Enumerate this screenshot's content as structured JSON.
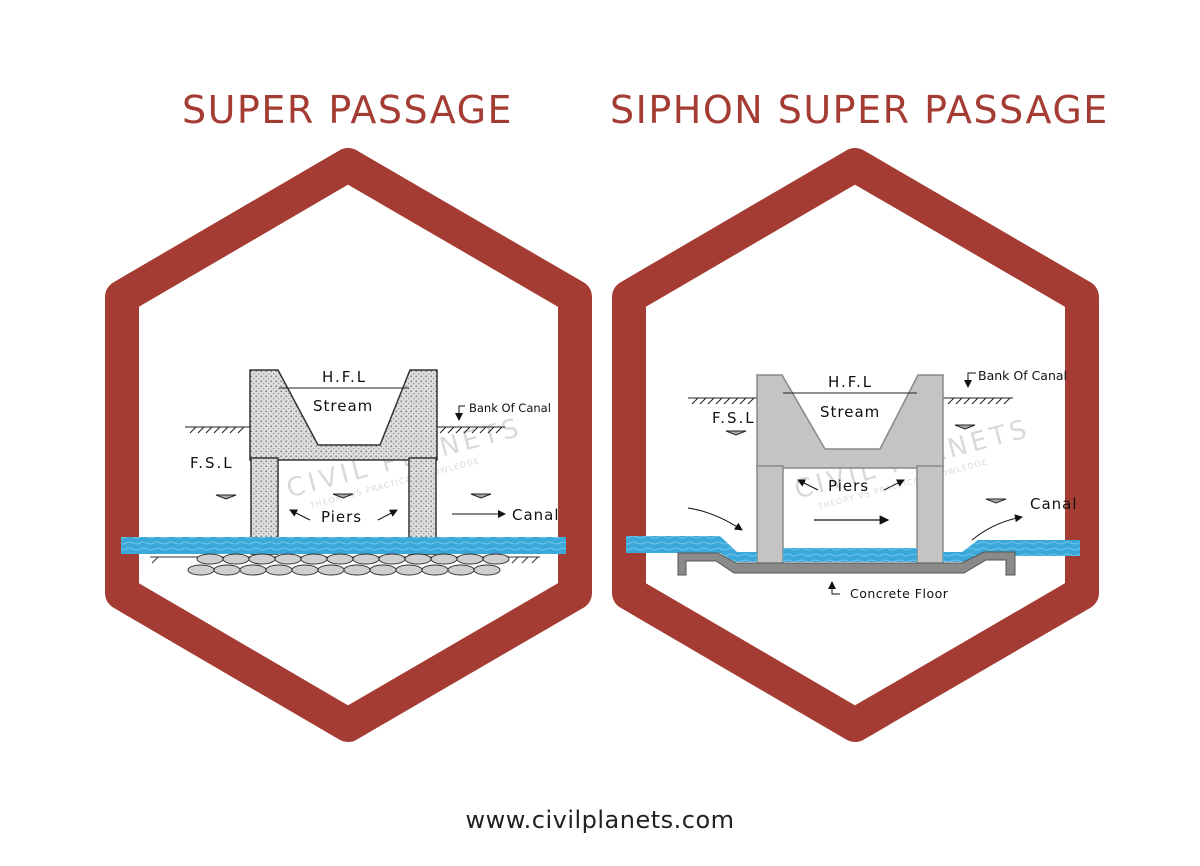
{
  "titles": {
    "left": "SUPER PASSAGE",
    "right": "SIPHON SUPER PASSAGE"
  },
  "left_diagram": {
    "hfl": "H.F.L",
    "stream": "Stream",
    "bank": "Bank Of Canal",
    "fsl": "F.S.L",
    "piers": "Piers",
    "canal": "Canal"
  },
  "right_diagram": {
    "hfl": "H.F.L",
    "stream": "Stream",
    "bank": "Bank Of Canal",
    "fsl": "F.S.L",
    "piers": "Piers",
    "canal": "Canal",
    "floor": "Concrete Floor"
  },
  "watermark": {
    "brand": "CIVIL PLANETS",
    "tagline": "THEORY VS PRACTICAL KNOWLEDGE"
  },
  "footer": "www.civilplanets.com",
  "colors": {
    "accent": "#a43c33",
    "water": "#3aa8d8",
    "structure": "#c4c4c4"
  }
}
